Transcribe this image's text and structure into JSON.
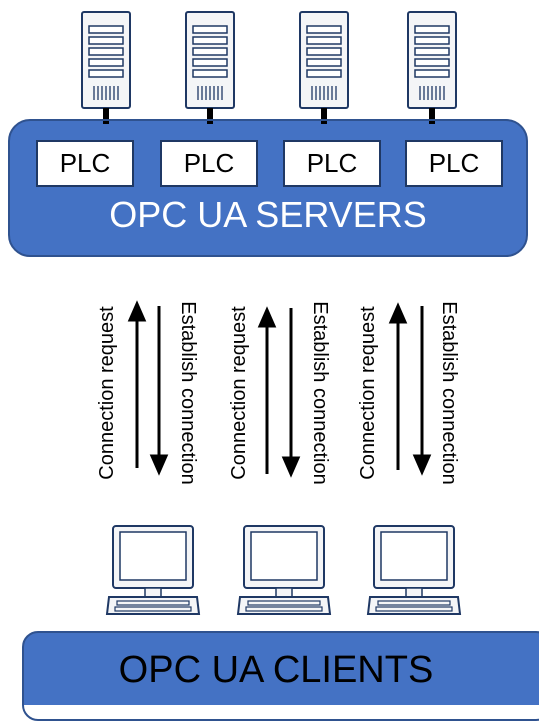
{
  "colors": {
    "accent_blue": "#4472c4",
    "border_blue": "#2f528f",
    "dark": "#1f3864"
  },
  "servers": {
    "title": "OPC UA SERVERS",
    "plcs": [
      "PLC",
      "PLC",
      "PLC",
      "PLC"
    ],
    "icon": "server-tower-icon"
  },
  "links": [
    {
      "request_label": "Connection request",
      "establish_label": "Establish connection"
    },
    {
      "request_label": "Connection request",
      "establish_label": "Establish connection"
    },
    {
      "request_label": "Connection request",
      "establish_label": "Establish connection"
    }
  ],
  "clients": {
    "title": "OPC UA CLIENTS",
    "icon": "desktop-computer-icon"
  }
}
